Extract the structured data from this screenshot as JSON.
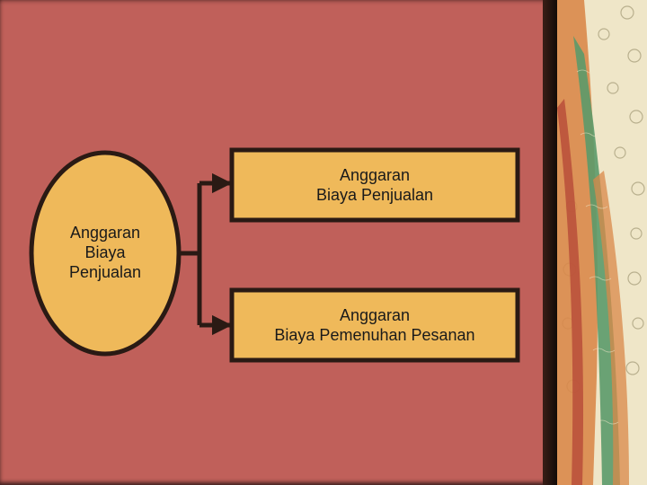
{
  "diagram": {
    "root": {
      "label": "Anggaran\nBiaya\nPenjualan"
    },
    "children": [
      {
        "label": "Anggaran\nBiaya Penjualan"
      },
      {
        "label": "Anggaran\nBiaya Pemenuhan Pesanan"
      }
    ]
  },
  "colors": {
    "slide_background": "#c0605a",
    "node_fill": "#efb95a",
    "node_border": "#2a1a14",
    "connector": "#2a1a14",
    "decor_cream": "#efe6c8",
    "decor_green": "#5b9a6a",
    "decor_orange": "#d9884a",
    "decor_red": "#b84d3a"
  }
}
